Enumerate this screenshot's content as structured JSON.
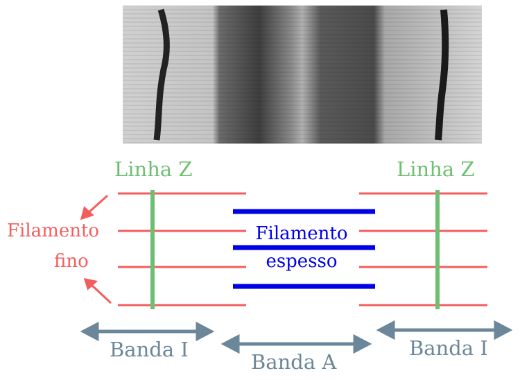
{
  "title_labels": {
    "z_line_left": "Linha Z",
    "z_line_right": "Linha Z"
  },
  "thin_filament": {
    "line1": "Filamento",
    "line2": "fino"
  },
  "thick_filament": {
    "line1": "Filamento",
    "line2": "espesso"
  },
  "bands": {
    "left": "Banda I",
    "center": "Banda A",
    "right": "Banda I"
  },
  "colors": {
    "thin": "#f45d5d",
    "z_line": "#6fbf72",
    "thick": "#0000e6",
    "band_arrow": "#6b8799"
  }
}
